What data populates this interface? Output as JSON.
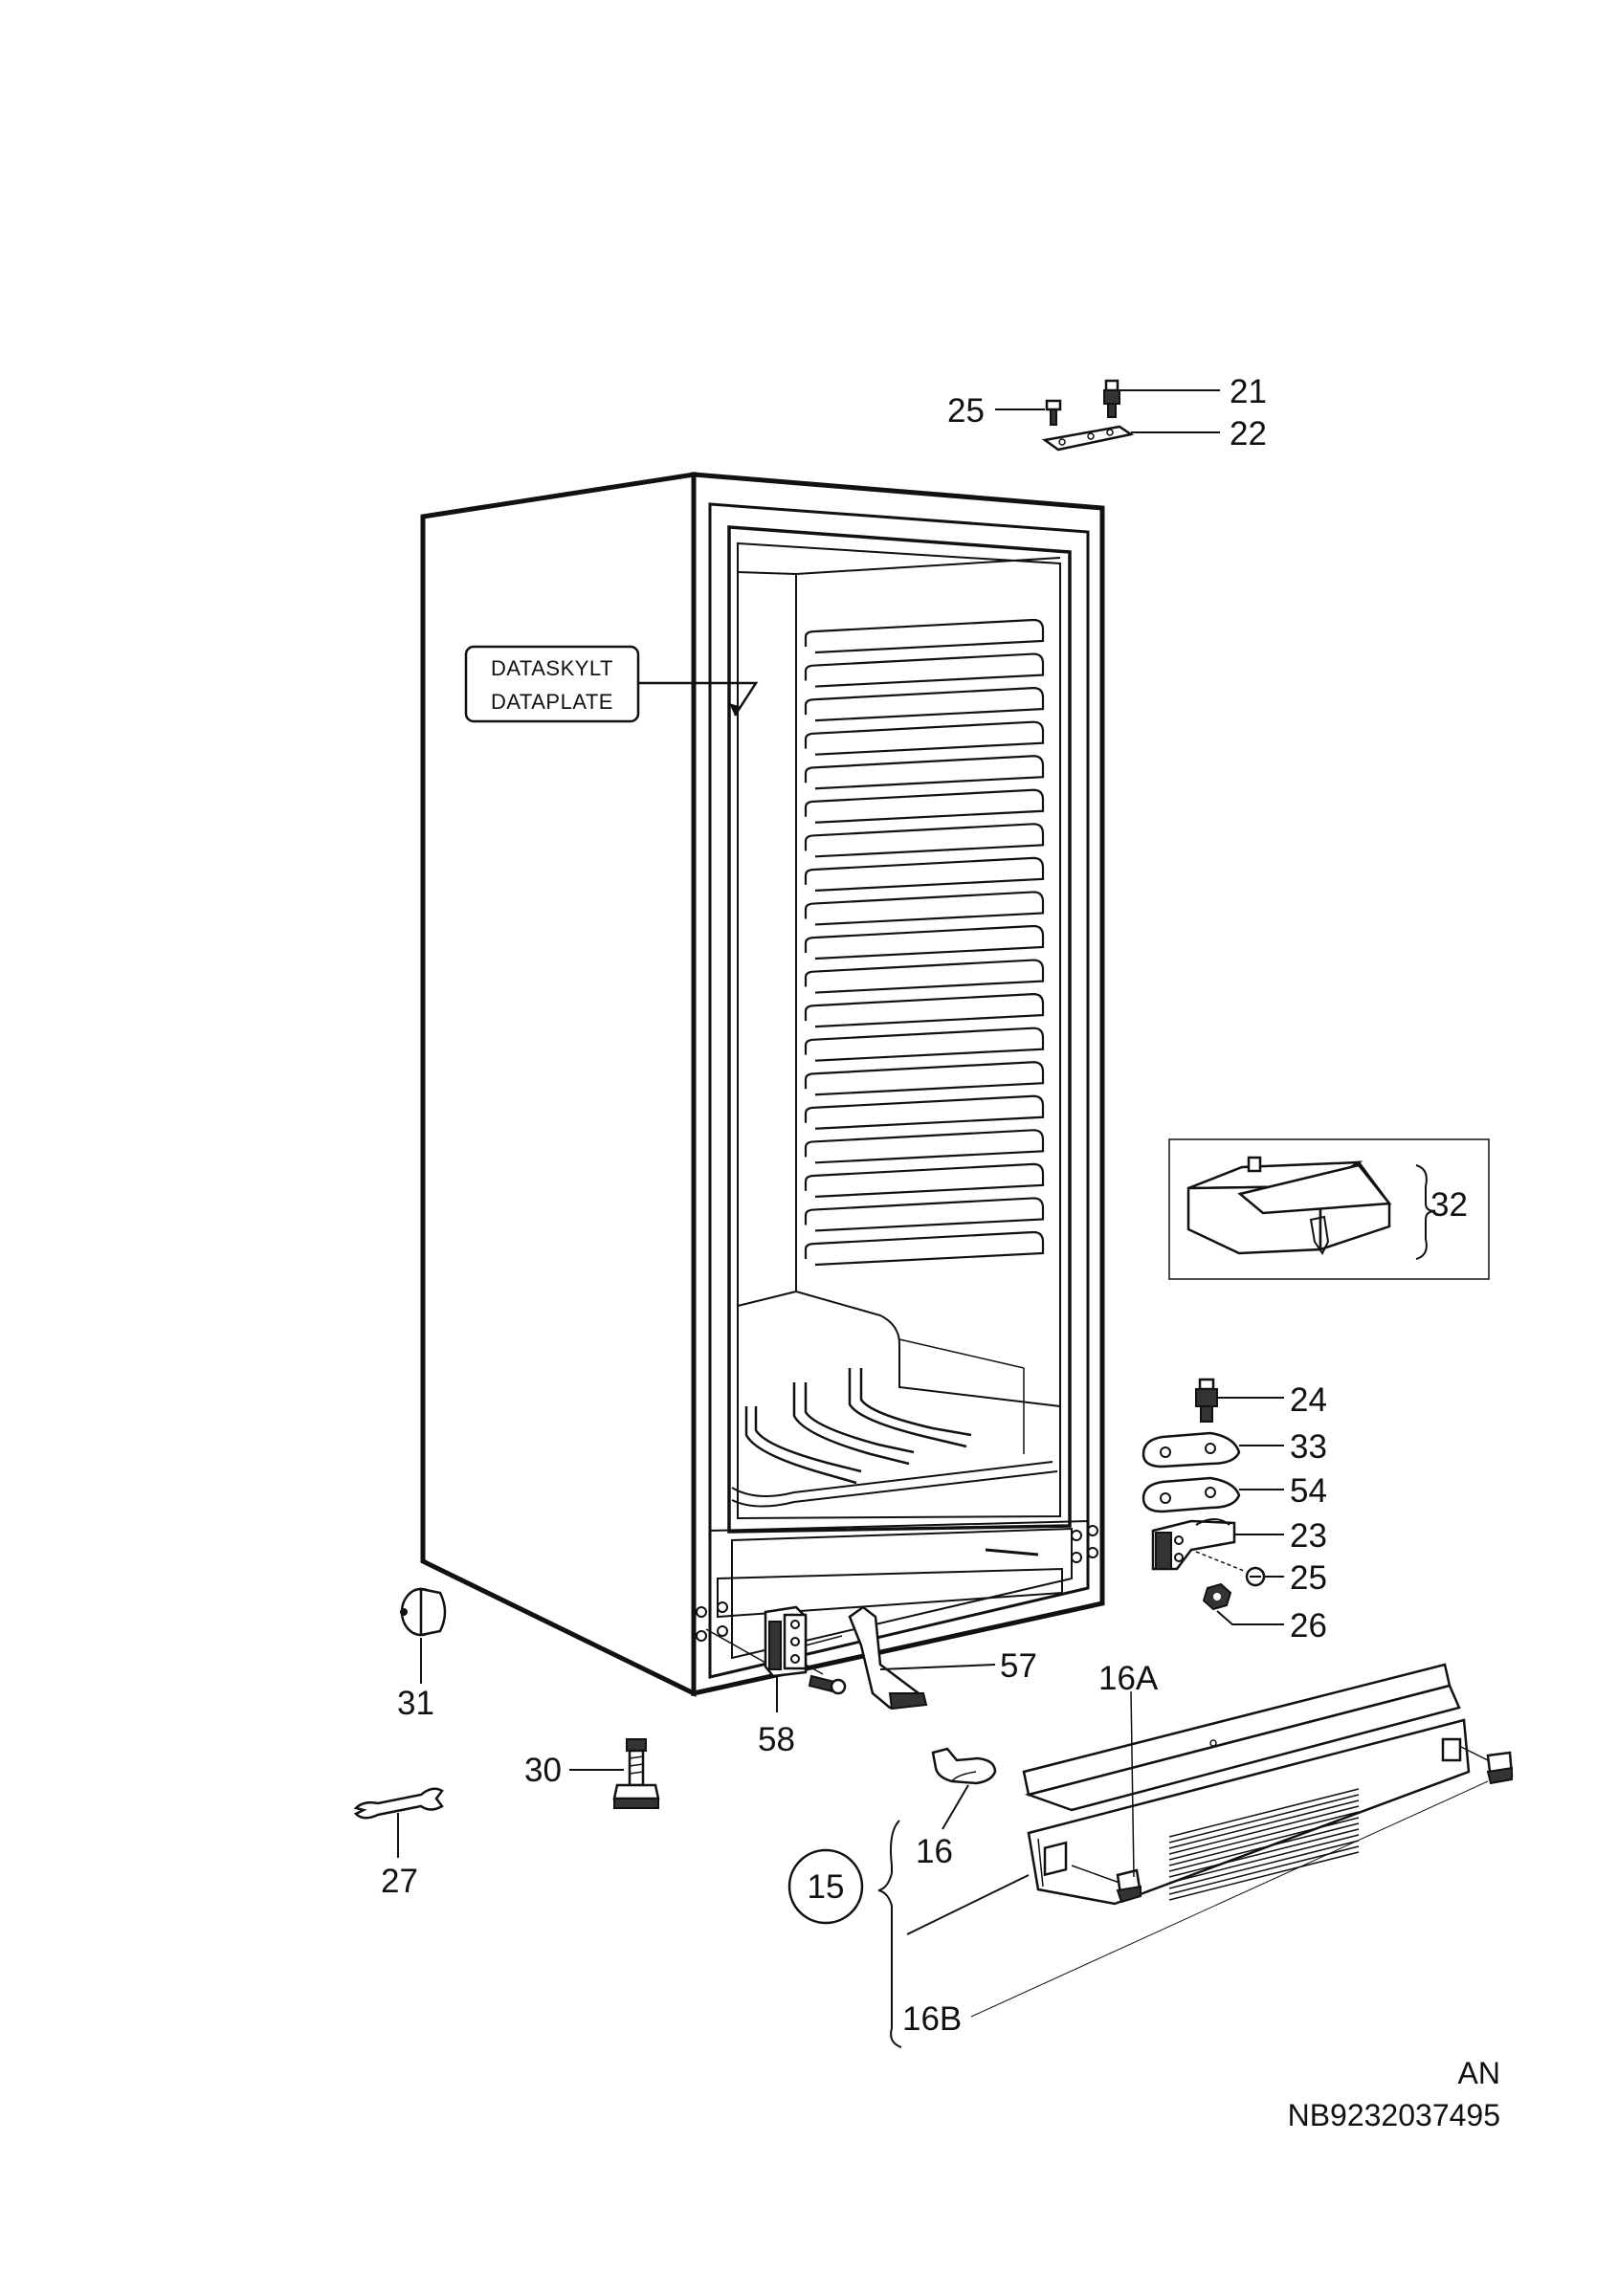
{
  "dataplate": {
    "line1": "DATASKYLT",
    "line2": "DATAPLATE"
  },
  "labels": {
    "p21": "21",
    "p22": "22",
    "p25_top": "25",
    "p32": "32",
    "p24": "24",
    "p33": "33",
    "p54": "54",
    "p23": "23",
    "p25_mid": "25",
    "p26": "26",
    "p57": "57",
    "p58": "58",
    "p31": "31",
    "p30": "30",
    "p27": "27",
    "p16A": "16A",
    "p16": "16",
    "p15": "15",
    "p16B": "16B"
  },
  "footer": {
    "line1": "AN",
    "line2": "NB9232037495"
  }
}
